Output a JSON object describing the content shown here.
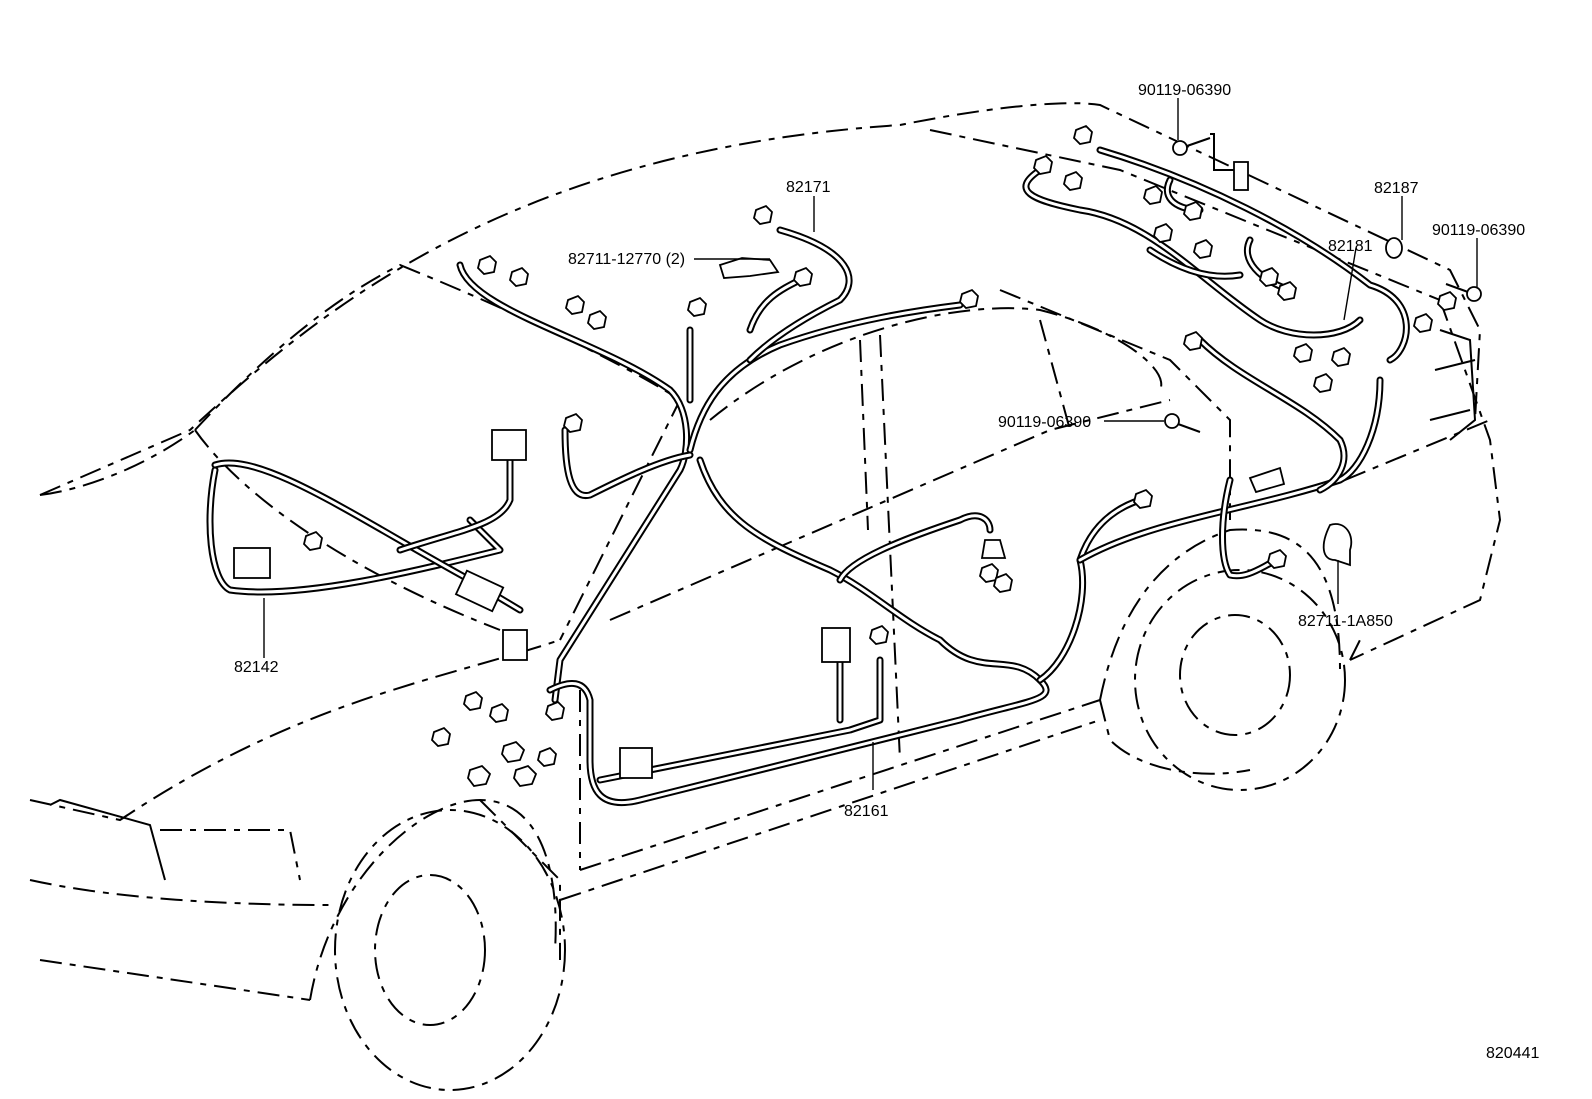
{
  "parts": {
    "p82171": "82171",
    "p82711_12770": "82711-12770 (2)",
    "p90119_top": "90119-06390",
    "p82187": "82187",
    "p90119_right": "90119-06390",
    "p82181": "82181",
    "p90119_mid": "90119-06390",
    "p82142": "82142",
    "p82161": "82161",
    "p82711_1a850": "82711-1A850"
  },
  "figure_ref": "820441"
}
